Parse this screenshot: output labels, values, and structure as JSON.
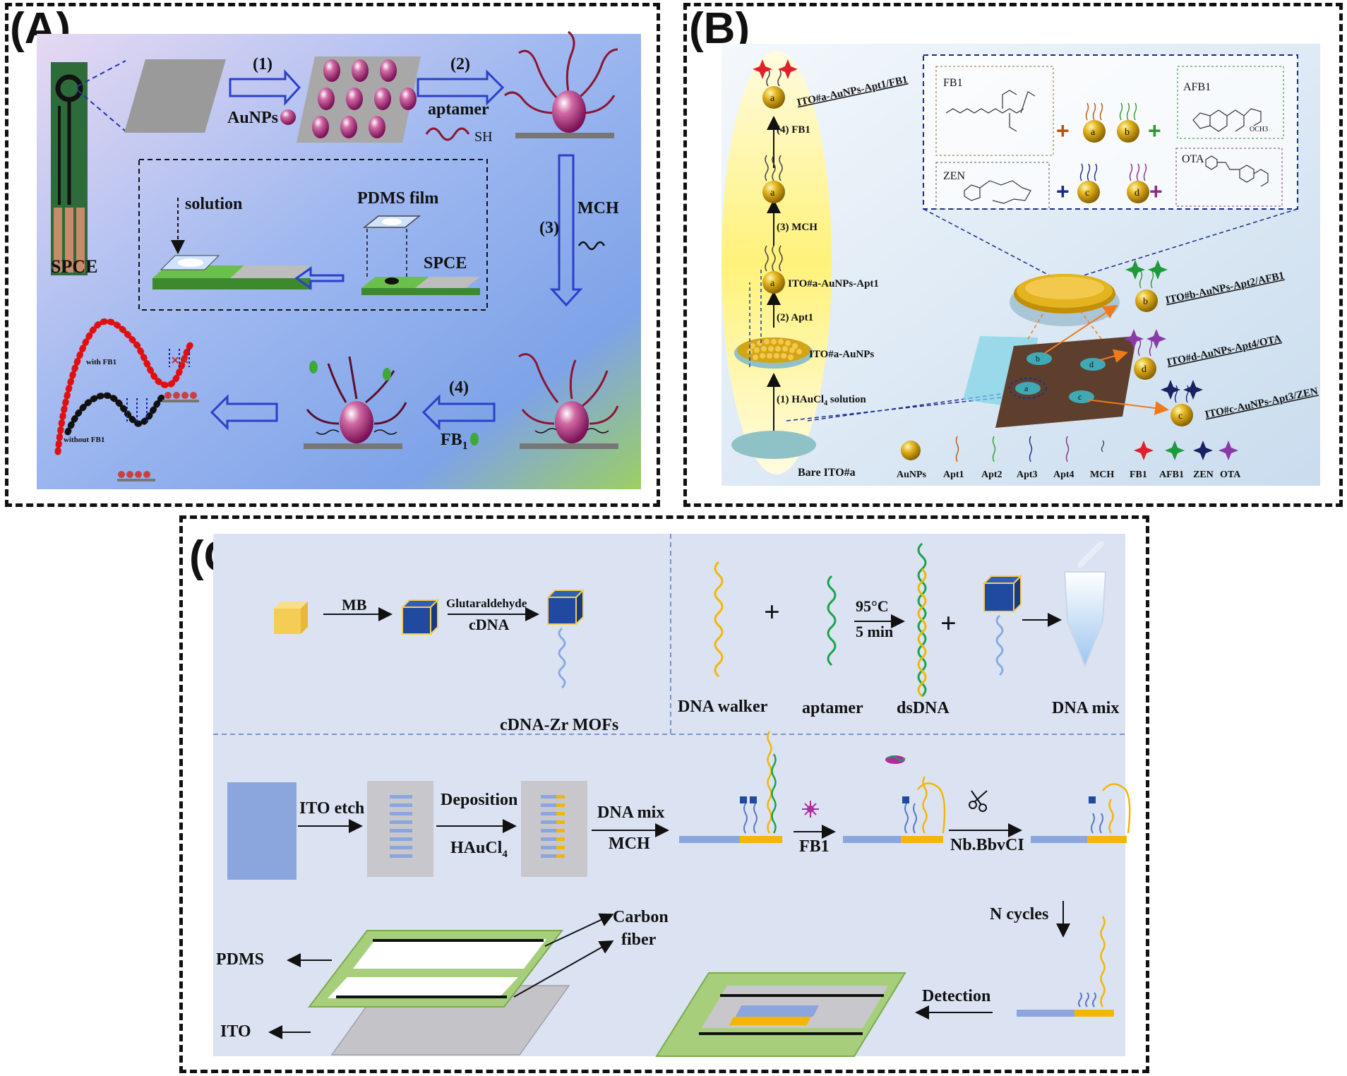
{
  "panels": {
    "a": {
      "letter": "(A)",
      "spce": "SPCE",
      "step1": "(1)",
      "aunps": "AuNPs",
      "step2": "(2)",
      "aptamer": "aptamer",
      "sh": "SH",
      "step3": "(3)",
      "mch": "MCH",
      "step4": "(4)",
      "fb": "FB",
      "fb_sub": "1",
      "solution": "solution",
      "pdms_film": "PDMS film",
      "spce_inset": "SPCE",
      "with_fb1": "with FB1",
      "without_fb1": "without FB1"
    },
    "b": {
      "letter": "(B)",
      "step1": "(1) HAuCl",
      "step1_sub": "4",
      "step1_tail": " solution",
      "step2": "(2) Apt1",
      "step3": "(3) MCH",
      "step4": "(4) FB1",
      "ito_aunps": "ITO#a-AuNPs",
      "ito_apt1": "ITO#a-AuNPs-Apt1",
      "ito_fb1": "ITO#a-AuNPs-Apt1/FB1",
      "ito_afb1": "ITO#b-AuNPs-Apt2/AFB1",
      "ito_ota": "ITO#d-AuNPs-Apt4/OTA",
      "ito_zen": "ITO#c-AuNPs-Apt3/ZEN",
      "bare_ito": "Bare ITO#a",
      "fb1": "FB1",
      "afb1": "AFB1",
      "zen": "ZEN",
      "ota": "OTA",
      "och3": "OCH3",
      "legend": [
        "AuNPs",
        "Apt1",
        "Apt2",
        "Apt3",
        "Apt4",
        "MCH",
        "FB1",
        "AFB1",
        "ZEN",
        "OTA"
      ],
      "beads": [
        "a",
        "b",
        "c",
        "d"
      ]
    },
    "c": {
      "letter": "(C)",
      "mb": "MB",
      "glutaraldehyde": "Glutaraldehyde",
      "cdna": "cDNA",
      "cdna_zr_mofs": "cDNA-Zr MOFs",
      "temp": "95°C",
      "time": "5 min",
      "dna_walker": "DNA walker",
      "aptamer": "aptamer",
      "dsdna": "dsDNA",
      "dna_mix": "DNA mix",
      "ito_etch": "ITO etch",
      "deposition": "Deposition",
      "haucl": "HAuCl",
      "haucl_sub": "4",
      "dna_mix2": "DNA mix",
      "mch": "MCH",
      "fb1": "FB1",
      "enzyme": "Nb.BbvCI",
      "n_cycles": "N  cycles",
      "carbon": "Carbon",
      "fiber": "fiber",
      "pdms": "PDMS",
      "ito": "ITO",
      "detection": "Detection"
    }
  },
  "colors": {
    "panel_c_bg": "#dbe3f3",
    "gold": "#f2b705",
    "green_dna": "#1aa34a",
    "blue_bar": "#8aa6dc",
    "arrow_blue": "#2b3fc9",
    "maroon": "#8b1530"
  }
}
